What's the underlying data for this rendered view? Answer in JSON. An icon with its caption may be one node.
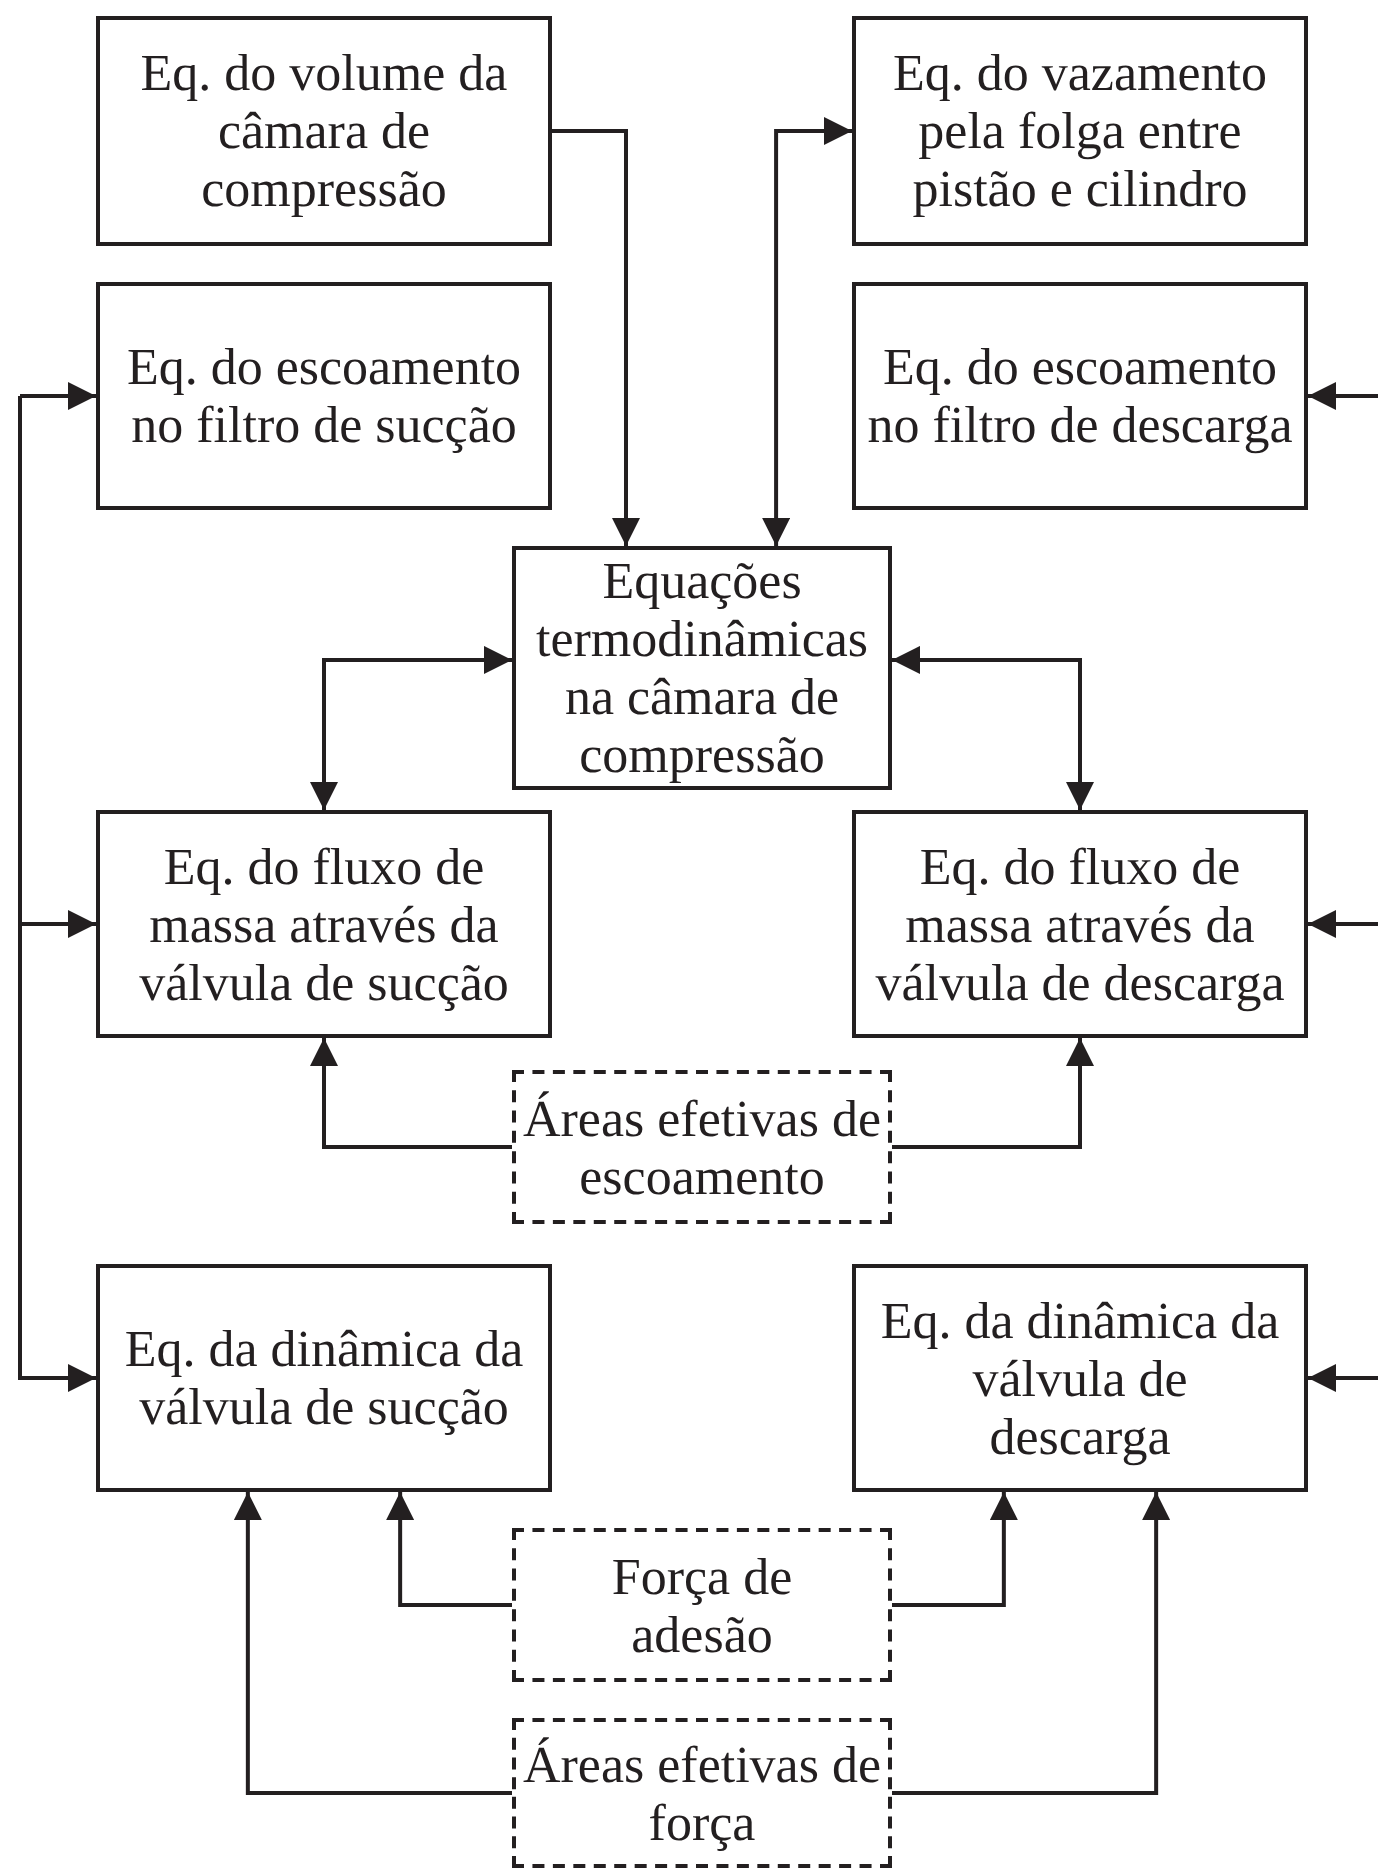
{
  "diagram": {
    "nodes": [
      {
        "text": [
          "Eq. do volume da câmara de compressão"
        ]
      },
      {
        "text": [
          "Eq. do vazamento pela folga entre pistão e cilindro"
        ]
      },
      {
        "text": [
          "Eq. do escoamento no filtro de sucção"
        ]
      },
      {
        "text": [
          "Eq. do escoamento no filtro de descarga"
        ]
      },
      {
        "text": [
          "Equações termodinâmicas na câmara de compressão"
        ]
      },
      {
        "text": [
          "Eq. do fluxo de massa através da válvula de sucção"
        ]
      },
      {
        "text": [
          "Eq. do fluxo de massa através da válvula de descarga"
        ]
      },
      {
        "text": [
          "Áreas efetivas de escoamento"
        ]
      },
      {
        "text": [
          "Eq. da dinâmica da válvula de sucção"
        ]
      },
      {
        "text": [
          "Eq. da dinâmica da válvula de descarga"
        ]
      },
      {
        "text": [
          "Força de adesão"
        ]
      },
      {
        "text": [
          "Áreas efetivas de força"
        ]
      }
    ],
    "edges": [
      {
        "from": 0,
        "to": 4,
        "arrow": "to"
      },
      {
        "from": 4,
        "to": 1,
        "arrow": "both"
      },
      {
        "from": 4,
        "to": 5,
        "arrow": "both"
      },
      {
        "from": 4,
        "to": 6,
        "arrow": "both"
      },
      {
        "from": 7,
        "to": 5,
        "arrow": "to"
      },
      {
        "from": 7,
        "to": 6,
        "arrow": "to"
      },
      {
        "from": 10,
        "to": 8,
        "arrow": "to"
      },
      {
        "from": 10,
        "to": 9,
        "arrow": "to"
      },
      {
        "from": 11,
        "to": 8,
        "arrow": "to"
      },
      {
        "from": 11,
        "to": 9,
        "arrow": "to"
      },
      {
        "from": null,
        "to": 2,
        "arrow": "to"
      },
      {
        "from": null,
        "to": 5,
        "arrow": "to"
      },
      {
        "from": null,
        "to": 8,
        "arrow": "to"
      },
      {
        "from": null,
        "to": 3,
        "arrow": "to"
      },
      {
        "from": null,
        "to": 6,
        "arrow": "to"
      },
      {
        "from": null,
        "to": 9,
        "arrow": "to"
      }
    ]
  }
}
